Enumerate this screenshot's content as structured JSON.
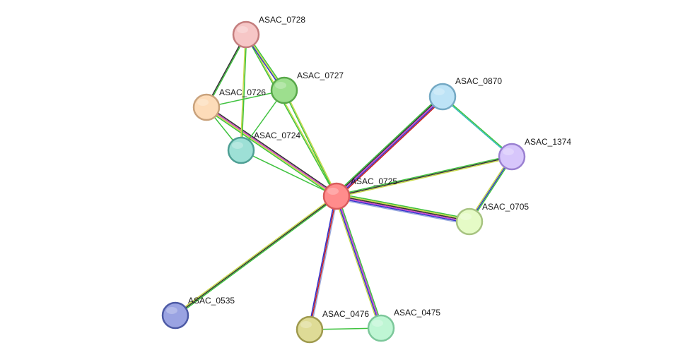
{
  "network": {
    "nodes": [
      {
        "id": "ASAC_0725",
        "label": "ASAC_0725",
        "color": "#ff8c8c",
        "stroke": "#d95b5b"
      },
      {
        "id": "ASAC_0728",
        "label": "ASAC_0728",
        "color": "#f6c6c6",
        "stroke": "#c47d7d"
      },
      {
        "id": "ASAC_0727",
        "label": "ASAC_0727",
        "color": "#9ddf8e",
        "stroke": "#58a84a"
      },
      {
        "id": "ASAC_0726",
        "label": "ASAC_0726",
        "color": "#fddcb9",
        "stroke": "#c9a27c"
      },
      {
        "id": "ASAC_0724",
        "label": "ASAC_0724",
        "color": "#9de0d6",
        "stroke": "#4e9f94"
      },
      {
        "id": "ASAC_0870",
        "label": "ASAC_0870",
        "color": "#bde3f6",
        "stroke": "#74a9c4"
      },
      {
        "id": "ASAC_1374",
        "label": "ASAC_1374",
        "color": "#d7c6fb",
        "stroke": "#9a80d1"
      },
      {
        "id": "ASAC_0705",
        "label": "ASAC_0705",
        "color": "#e5fbc6",
        "stroke": "#a7c381"
      },
      {
        "id": "ASAC_0535",
        "label": "ASAC_0535",
        "color": "#9aa3e2",
        "stroke": "#4d5aa5"
      },
      {
        "id": "ASAC_0476",
        "label": "ASAC_0476",
        "color": "#dedb96",
        "stroke": "#9f9a4e"
      },
      {
        "id": "ASAC_0475",
        "label": "ASAC_0475",
        "color": "#bff6d4",
        "stroke": "#7cc79a"
      }
    ],
    "edges": [
      {
        "source": "ASAC_0725",
        "target": "ASAC_0728",
        "colors": [
          "#3fc23f",
          "#c8d94a"
        ]
      },
      {
        "source": "ASAC_0725",
        "target": "ASAC_0727",
        "colors": [
          "#3fc23f",
          "#c8d94a"
        ]
      },
      {
        "source": "ASAC_0725",
        "target": "ASAC_0726",
        "colors": [
          "#3fc23f",
          "#c8d94a",
          "#cc44cc",
          "#333333"
        ]
      },
      {
        "source": "ASAC_0725",
        "target": "ASAC_0724",
        "colors": [
          "#3fc23f"
        ]
      },
      {
        "source": "ASAC_0725",
        "target": "ASAC_0870",
        "colors": [
          "#3fc23f",
          "#333333",
          "#cc44cc",
          "#3333cc",
          "#cc2222"
        ]
      },
      {
        "source": "ASAC_0725",
        "target": "ASAC_1374",
        "colors": [
          "#3fc23f",
          "#333333",
          "#c8d94a"
        ]
      },
      {
        "source": "ASAC_0725",
        "target": "ASAC_0705",
        "colors": [
          "#3fc23f",
          "#c8d94a",
          "#333333",
          "#cc44cc",
          "#3333cc",
          "#99aadd"
        ]
      },
      {
        "source": "ASAC_0725",
        "target": "ASAC_0535",
        "colors": [
          "#3fc23f",
          "#333333",
          "#c8d94a"
        ]
      },
      {
        "source": "ASAC_0725",
        "target": "ASAC_0476",
        "colors": [
          "#99aadd",
          "#cc2222",
          "#3333cc"
        ]
      },
      {
        "source": "ASAC_0725",
        "target": "ASAC_0475",
        "colors": [
          "#3fc23f",
          "#cc44cc",
          "#3333cc",
          "#c8d94a"
        ]
      },
      {
        "source": "ASAC_0728",
        "target": "ASAC_0727",
        "colors": [
          "#3fc23f",
          "#c8d94a",
          "#3333cc"
        ]
      },
      {
        "source": "ASAC_0728",
        "target": "ASAC_0726",
        "colors": [
          "#3fc23f",
          "#333333"
        ]
      },
      {
        "source": "ASAC_0728",
        "target": "ASAC_0724",
        "colors": [
          "#3fc23f",
          "#c8d94a"
        ]
      },
      {
        "source": "ASAC_0727",
        "target": "ASAC_0726",
        "colors": [
          "#3fc23f"
        ]
      },
      {
        "source": "ASAC_0727",
        "target": "ASAC_0724",
        "colors": [
          "#3fc23f"
        ]
      },
      {
        "source": "ASAC_0726",
        "target": "ASAC_0724",
        "colors": [
          "#3fc23f"
        ]
      },
      {
        "source": "ASAC_0870",
        "target": "ASAC_1374",
        "colors": [
          "#3fc23f",
          "#33bbbb"
        ]
      },
      {
        "source": "ASAC_1374",
        "target": "ASAC_0705",
        "colors": [
          "#3fc23f",
          "#3333cc",
          "#c8d94a"
        ]
      },
      {
        "source": "ASAC_0476",
        "target": "ASAC_0475",
        "colors": [
          "#3fc23f"
        ]
      }
    ]
  }
}
